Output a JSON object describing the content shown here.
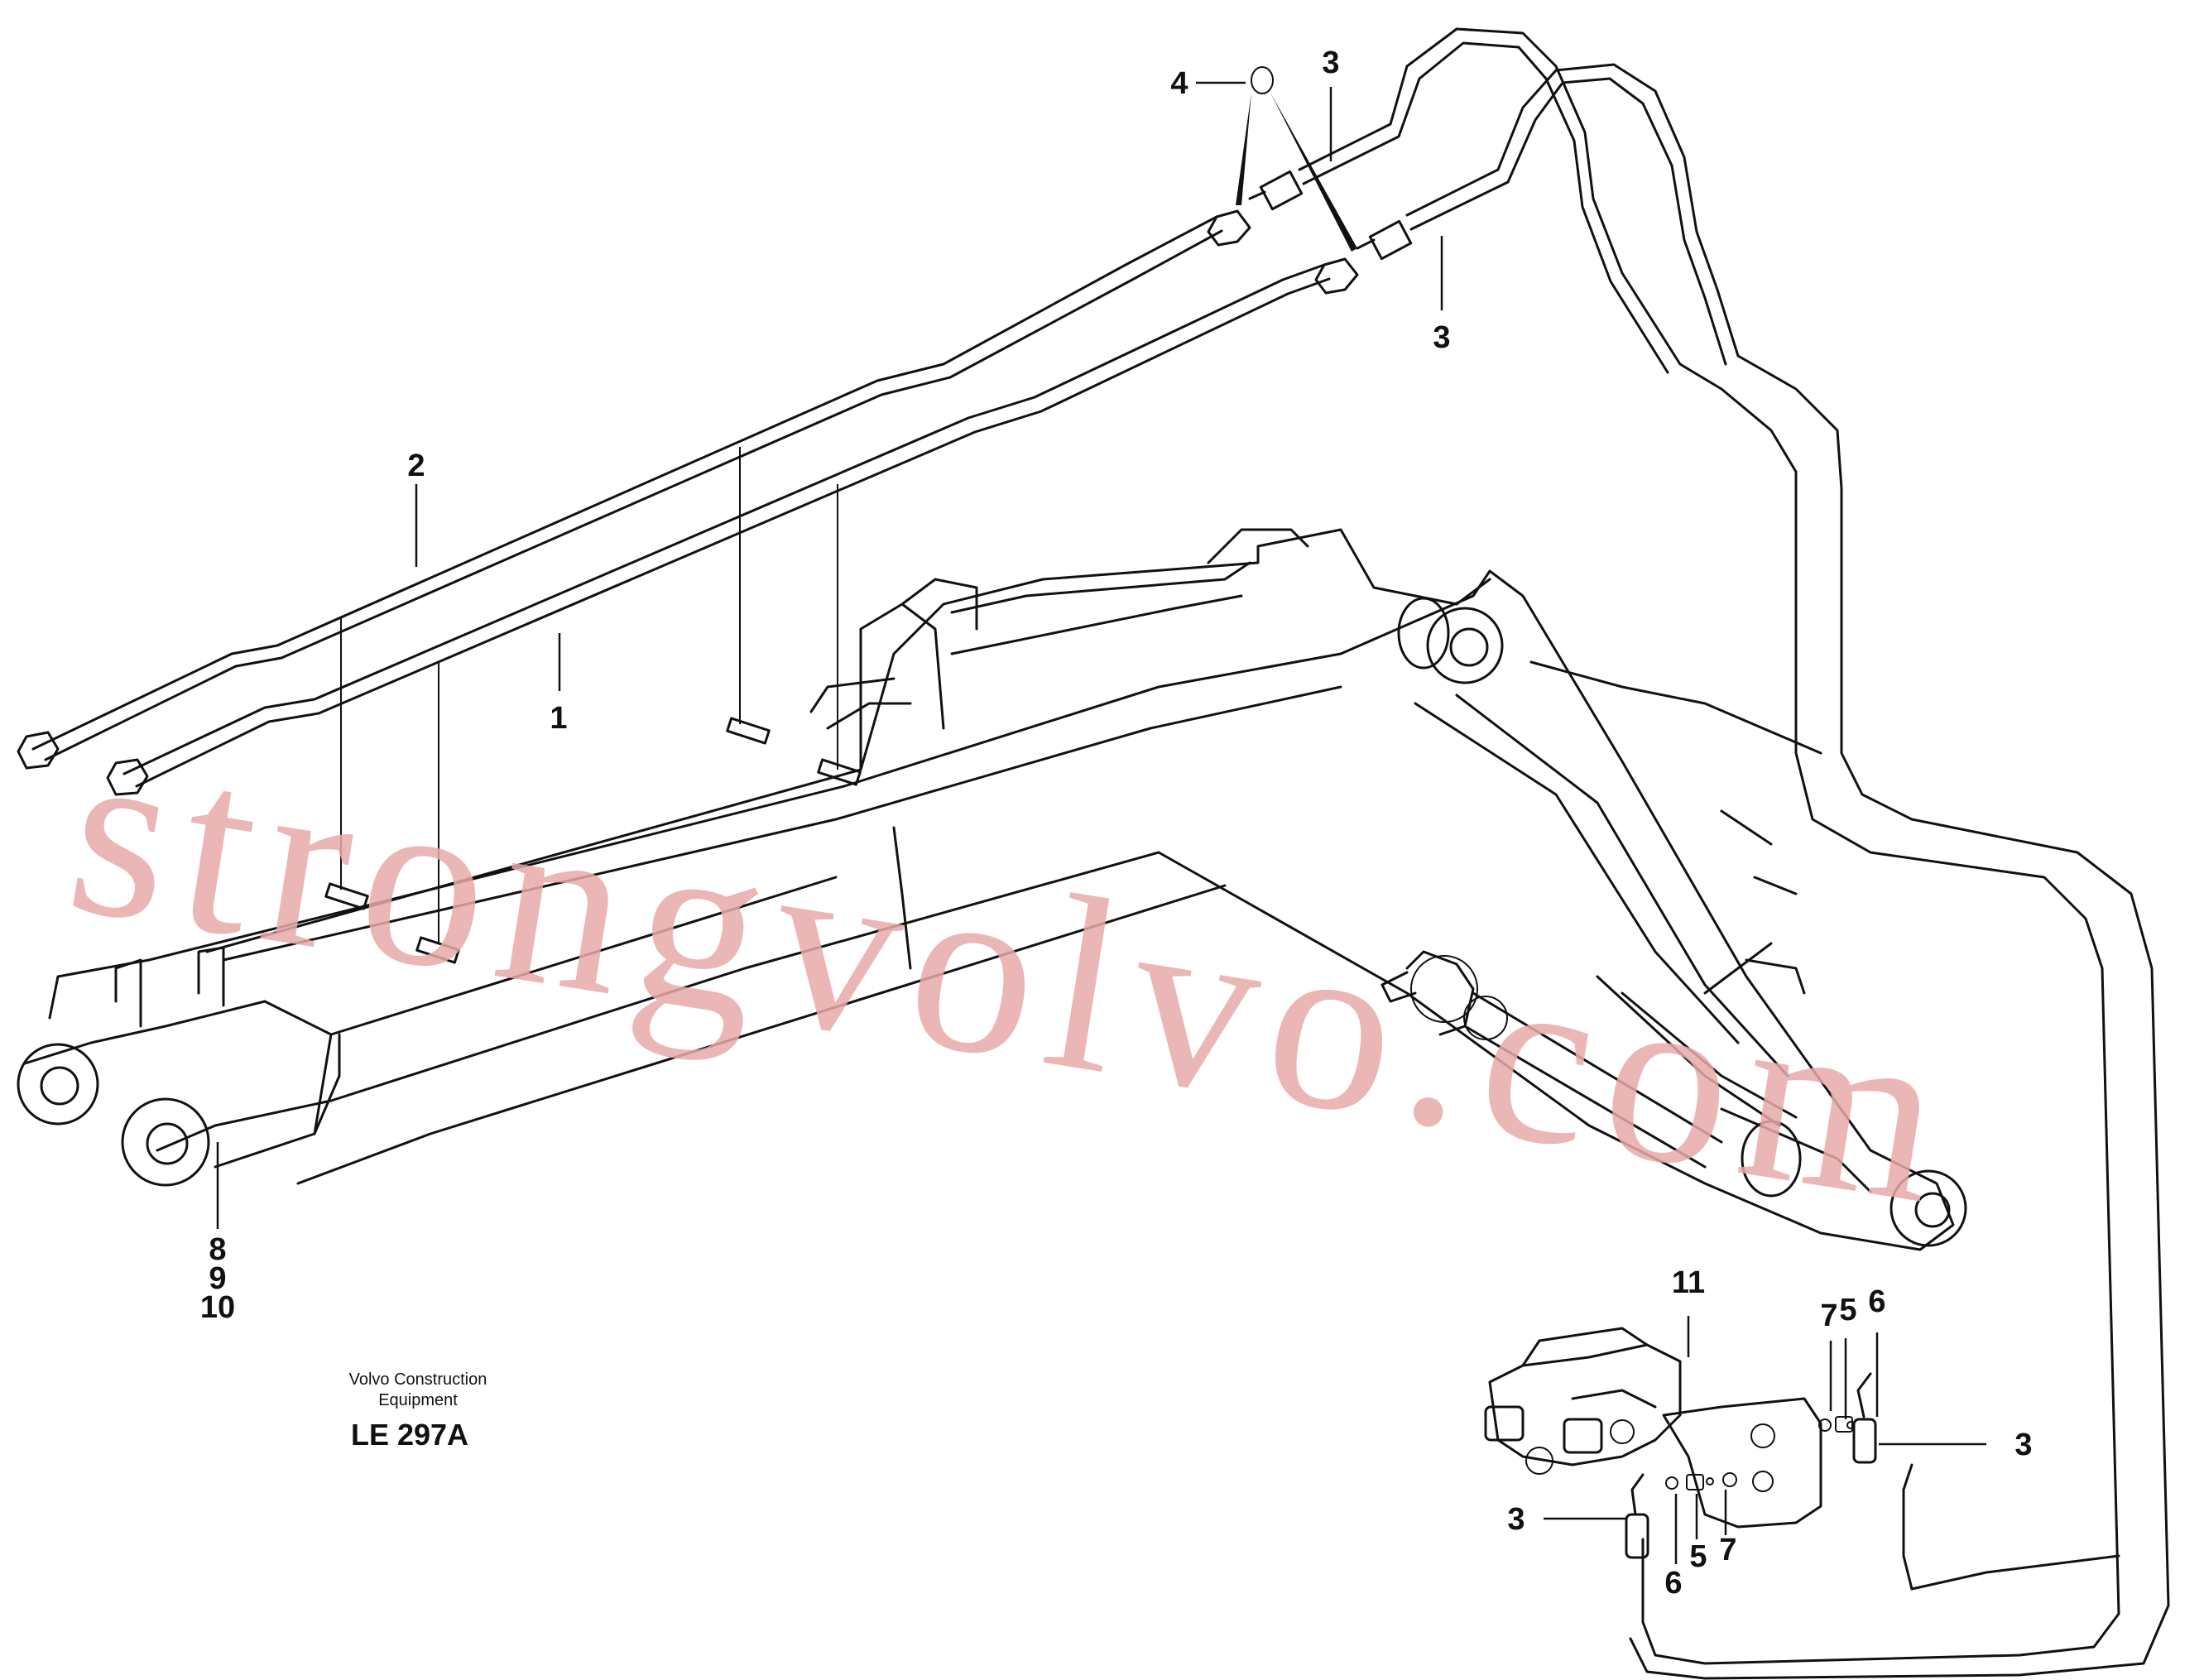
{
  "diagram": {
    "callouts": {
      "c1": "1",
      "c2": "2",
      "c3_top": "3",
      "c3_mid": "3",
      "c3_right": "3",
      "c3_left": "3",
      "c4": "4",
      "c5_top": "5",
      "c5_bottom": "5",
      "c6_top": "6",
      "c6_bottom": "6",
      "c7_top": "7",
      "c7_bottom": "7",
      "c8": "8",
      "c9": "9",
      "c10": "10",
      "c11": "11"
    },
    "caption": {
      "line1": "Volvo Construction",
      "line2": "Equipment",
      "code": "LE 297A"
    },
    "watermark": "strongvolvo.com",
    "colors": {
      "line": "#111111",
      "watermark": "#e8a9a9"
    }
  }
}
